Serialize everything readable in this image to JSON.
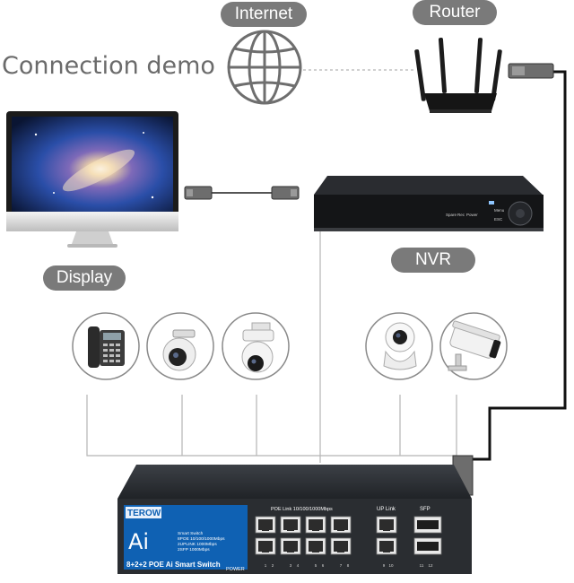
{
  "labels": {
    "connection_demo": "Connection demo",
    "internet": "Internet",
    "router": "Router",
    "display": "Display",
    "nvr": "NVR"
  },
  "switch": {
    "brand": "TEROW",
    "logo": "Ai",
    "specs": [
      "Smart Switch",
      "8POE 10/100/1000Mbps",
      "2UPLINK 1000Mbps",
      "2SFP 1000Mbps"
    ],
    "poe_header": "POE Link 10/100/1000Mbps",
    "uplink_header": "UP Link",
    "sfp_header": "SFP",
    "model_label": "8+2+2 POE Ai Smart Switch",
    "power_label": "POWER",
    "port_numbers": [
      "1",
      "2",
      "3",
      "4",
      "5",
      "6",
      "7",
      "8",
      "9",
      "10",
      "11",
      "12"
    ]
  },
  "nvr": {
    "front_labels": [
      "Spare",
      "Rec",
      "Power",
      "Menu",
      "ESC"
    ]
  },
  "devices": [
    {
      "icon": "ip-phone-icon"
    },
    {
      "icon": "dome-camera-icon"
    },
    {
      "icon": "ptz-camera-icon"
    },
    {
      "icon": "indoor-pan-tilt-camera-icon"
    },
    {
      "icon": "bullet-camera-icon"
    }
  ],
  "colors": {
    "pill": "#7a7a7a",
    "heading": "#6b6b6b",
    "line": "#b5b5b5",
    "switch_body": "#2a2d31",
    "switch_panel": "#0f61b3",
    "sfp_cable": "#111111"
  }
}
